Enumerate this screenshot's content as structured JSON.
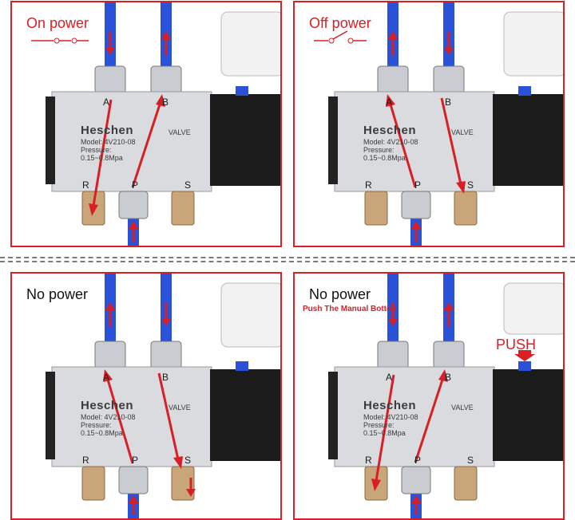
{
  "panels": [
    {
      "title": "On power",
      "subtitle": "",
      "push_label": "",
      "framed": true,
      "title_color": "red"
    },
    {
      "title": "Off power",
      "subtitle": "",
      "push_label": "",
      "framed": true,
      "title_color": "red"
    },
    {
      "title": "No power",
      "subtitle": "",
      "push_label": "",
      "framed": true,
      "title_color": "black"
    },
    {
      "title": "No power",
      "subtitle": "Push The Manual Botton",
      "push_label": "PUSH",
      "framed": true,
      "title_color": "black"
    }
  ],
  "valve": {
    "brand": "Heschen",
    "valve_label": "VALVE",
    "model": "Model: 4V210-08",
    "pressure_label": "Pressure:",
    "pressure_range": "0.15~0.8Mpa",
    "port_a": "A",
    "port_b": "B",
    "port_r": "R",
    "port_p": "P",
    "port_s": "S"
  },
  "colors": {
    "frame": "#d81f26",
    "arrow": "#d81f26",
    "tube": "#2a52d8",
    "body": "#d9dbdf"
  }
}
